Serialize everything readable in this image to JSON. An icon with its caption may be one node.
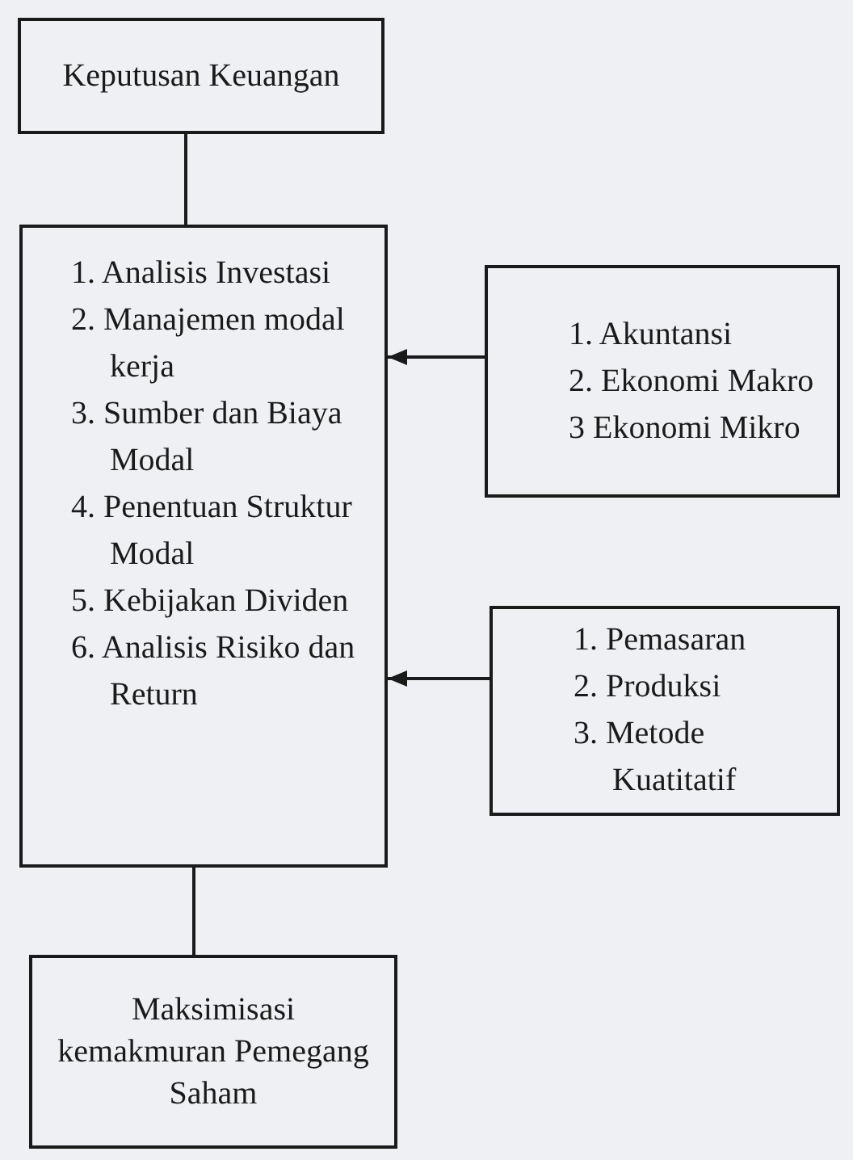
{
  "diagram": {
    "nodes": [
      {
        "text": [
          "Keputusan Keuangan"
        ]
      },
      {
        "text": [
          "1. Analisis Investasi",
          "2. Manajemen modal kerja",
          "3. Sumber dan Biaya Modal",
          "4. Penentuan Struktur Modal",
          "5. Kebijakan Dividen",
          "6. Analisis Risiko dan Return"
        ]
      },
      {
        "text": [
          "1. Akuntansi",
          "2. Ekonomi Makro",
          "3 Ekonomi Mikro"
        ]
      },
      {
        "text": [
          "1. Pemasaran",
          "2. Produksi",
          "3. Metode Kuatitatif"
        ]
      },
      {
        "text": [
          "Maksimisasi kemakmuran Pemegang Saham"
        ]
      }
    ],
    "edges": [
      {
        "from": 0,
        "to": 1,
        "arrow": "none"
      },
      {
        "from": 2,
        "to": 1,
        "arrow": "to"
      },
      {
        "from": 3,
        "to": 1,
        "arrow": "to"
      },
      {
        "from": 1,
        "to": 4,
        "arrow": "none"
      }
    ]
  }
}
